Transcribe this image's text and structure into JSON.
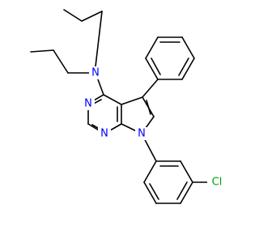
{
  "molecule": {
    "atom_labels": {
      "amine_n": "N",
      "ring_n3": "N",
      "ring_n1": "N",
      "pyrrole_n": "N",
      "chlorine": "Cl"
    },
    "colors": {
      "bond": "#000000",
      "nitrogen": "#0000ff",
      "chlorine": "#00a000"
    }
  }
}
